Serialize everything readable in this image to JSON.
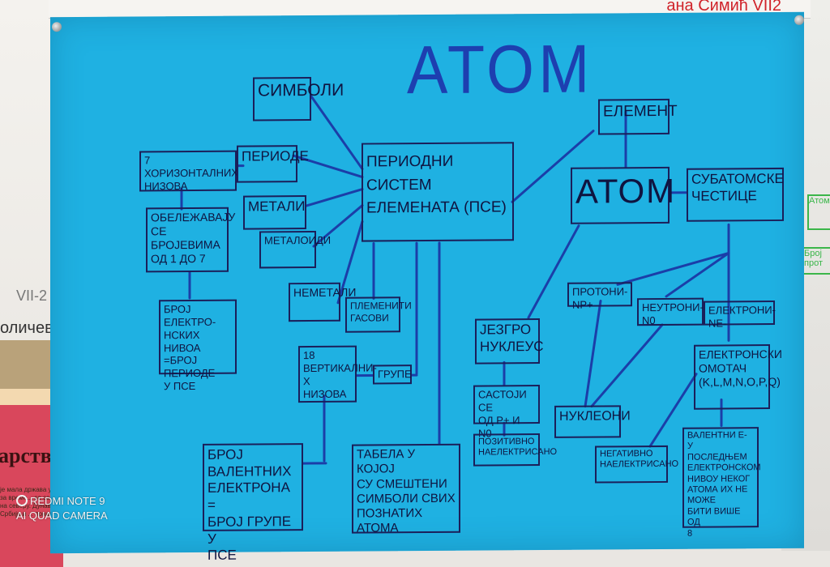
{
  "poster": {
    "title": "АТОМ",
    "nodes": {
      "simboli": "СИМБОЛИ",
      "horizontal": "7 ХОРИЗОНТАЛНИХ\nНИЗОВА",
      "periode": "ПЕРИОДЕ",
      "metali": "МЕТАЛИ",
      "metaloidi": "МЕТАЛОИДИ",
      "nemetali": "НЕМЕТАЛИ",
      "oznacavaju": "ОБЕЛЕЖАВАЈУ\nСЕ БРОЈЕВИМА\nОД 1 ДО 7",
      "broj_nivoa": "БРОЈ ЕЛЕКТРО-\nНСКИХ НИВОА\n=БРОЈ ПЕРИОДЕ\nУ ПСЕ",
      "pse": "ПЕРИОДНИ\n          СИСТЕМ\nЕЛЕМЕНАТА (ПСЕ)",
      "plemeniti": "ПЛЕМЕНИТИ\nГАСОВИ",
      "vertikalnih": "18\nВЕРТИКАЛНИ-\nХ НИЗОВА",
      "grupe": "ГРУПЕ",
      "valentni": "БРОЈ ВАЛЕНТНИХ\nЕЛЕКТРОНА =\nБРОЈ ГРУПЕ У\nПСЕ",
      "tabela": "ТАБЕЛА У КОЈОЈ\nСУ СМЕШТЕНИ\nСИМБОЛИ СВИХ\nПОЗНАТИХ АТОМА",
      "element": "ЕЛЕМЕНТ",
      "atom": "АТОМ",
      "subatomske": "СУБАТОМСКЕ\nЧЕСТИЦЕ",
      "protoni": "ПРОТОНИ-Np+",
      "neutroni": "НЕУТРОНИ-N0",
      "elektroni": "ЕЛЕКТРОНИ-Ne-",
      "jezgro": "ЈЕЗГРО\nНУКЛЕУС",
      "sastoji": "САСТОЈИ СЕ\nОД p+ И n0",
      "pozitivno": "ПОЗИТИВНО\nНАЕЛЕКТРИСАНО",
      "nukleoni": "НУКЛЕОНИ",
      "omotac": "ЕЛЕКТРОНСКИ\nОМОТАЧ\n(K,L,M,N,O,P,Q)",
      "negativno": "НЕГАТИВНО\nНАЕЛЕКТРИСАНО",
      "valentni_e": "ВАЛЕНТНИ e-\nУ ПОСЛЕДЊЕМ\nЕЛЕКТРОНСКОМ\nНИВОУ НЕКОГ\nАТОМА ИХ НЕ МОЖЕ\nБИТИ ВИШЕ ОД\n8"
    }
  },
  "surroundings": {
    "top_strip_text": "ана Симић VII2",
    "left_label_vii": "VII-2",
    "left_label_olich": "оличев",
    "left_scrap_title": "арство",
    "left_scrap_snippet": "је мала држава у XIV веку за време... се са Дунава на северу. Дунав на с... Србији и ... понашање...",
    "right_green_1": "Атом",
    "right_green_2": "Број прот"
  },
  "watermark": {
    "line1": "REDMI NOTE 9",
    "line2": "AI QUAD CAMERA"
  },
  "colors": {
    "poster_bg": "#1fb1e2",
    "ink": "#1b1f5a",
    "title_ink": "#1d3fb0"
  }
}
